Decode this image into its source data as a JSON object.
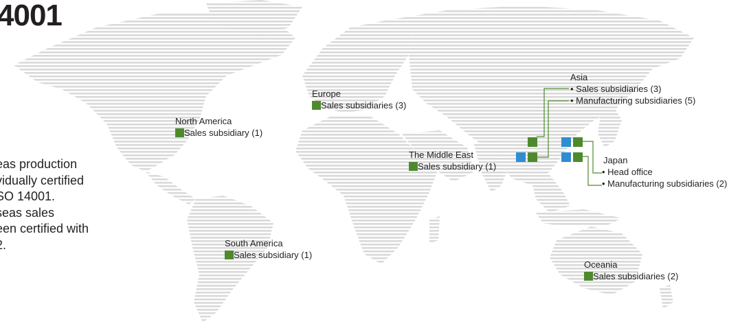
{
  "title": "4001",
  "description": [
    "eas production",
    "vidually certified",
    "SO 14001.",
    "seas sales",
    "een certified with",
    "2."
  ],
  "colors": {
    "map_land": "#dcdcdc",
    "green_marker": "#4e8a2d",
    "blue_marker": "#2f8dd1",
    "line": "#4e8a2d"
  },
  "regions": {
    "north_america": {
      "name": "North America",
      "entry": "Sales subsidiary (1)"
    },
    "south_america": {
      "name": "South America",
      "entry": "Sales subsidiary (1)"
    },
    "europe": {
      "name": "Europe",
      "entry": "Sales subsidiaries (3)"
    },
    "middle_east": {
      "name": "The Middle East",
      "entry": "Sales subsidiary (1)"
    },
    "oceania": {
      "name": "Oceania",
      "entry": "Sales subsidiaries (2)"
    },
    "asia": {
      "name": "Asia",
      "items": [
        "• Sales subsidiaries (3)",
        "• Manufacturing subsidiaries (5)"
      ]
    },
    "japan": {
      "name": "Japan",
      "items": [
        "• Head office",
        "• Manufacturing subsidiaries (2)"
      ]
    }
  }
}
